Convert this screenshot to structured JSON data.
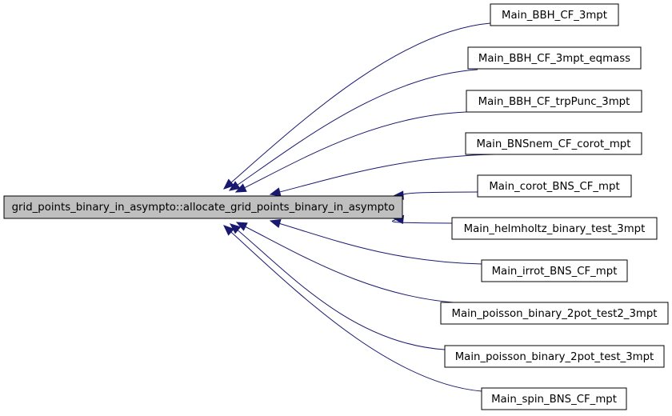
{
  "colors": {
    "edge": "#191970",
    "root_fill": "#bfbfbf",
    "node_fill": "#ffffff",
    "border": "#000000"
  },
  "root": {
    "label": "grid_points_binary_in_asympto::allocate_grid_points_binary_in_asympto"
  },
  "callers": [
    {
      "label": "Main_BBH_CF_3mpt"
    },
    {
      "label": "Main_BBH_CF_3mpt_eqmass"
    },
    {
      "label": "Main_BBH_CF_trpPunc_3mpt"
    },
    {
      "label": "Main_BNSnem_CF_corot_mpt"
    },
    {
      "label": "Main_corot_BNS_CF_mpt"
    },
    {
      "label": "Main_helmholtz_binary_test_3mpt"
    },
    {
      "label": "Main_irrot_BNS_CF_mpt"
    },
    {
      "label": "Main_poisson_binary_2pot_test2_3mpt"
    },
    {
      "label": "Main_poisson_binary_2pot_test_3mpt"
    },
    {
      "label": "Main_spin_BNS_CF_mpt"
    }
  ]
}
